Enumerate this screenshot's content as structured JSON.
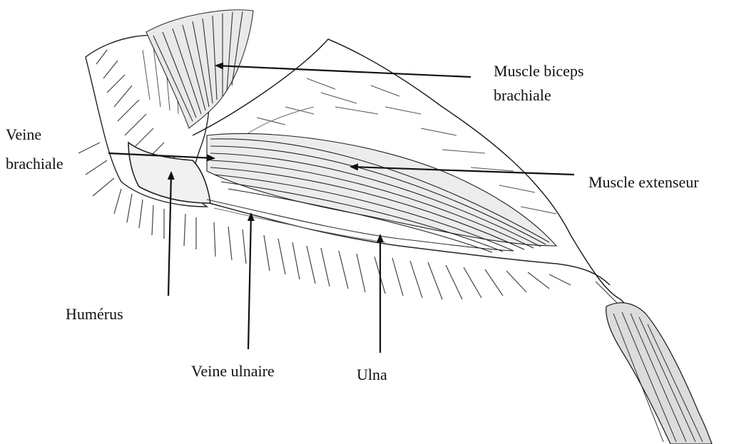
{
  "labels": {
    "biceps_line1": "Muscle biceps",
    "biceps_line2": "brachiale",
    "veine_brachiale_line1": "Veine",
    "veine_brachiale_line2": "brachiale",
    "extenseur": "Muscle extenseur",
    "humerus": "Humérus",
    "veine_ulnaire": "Veine ulnaire",
    "ulna": "Ulna"
  },
  "colors": {
    "ink": "#111111",
    "shade": "#555555",
    "light_shade": "#9a9a9a",
    "paper": "#ffffff"
  }
}
